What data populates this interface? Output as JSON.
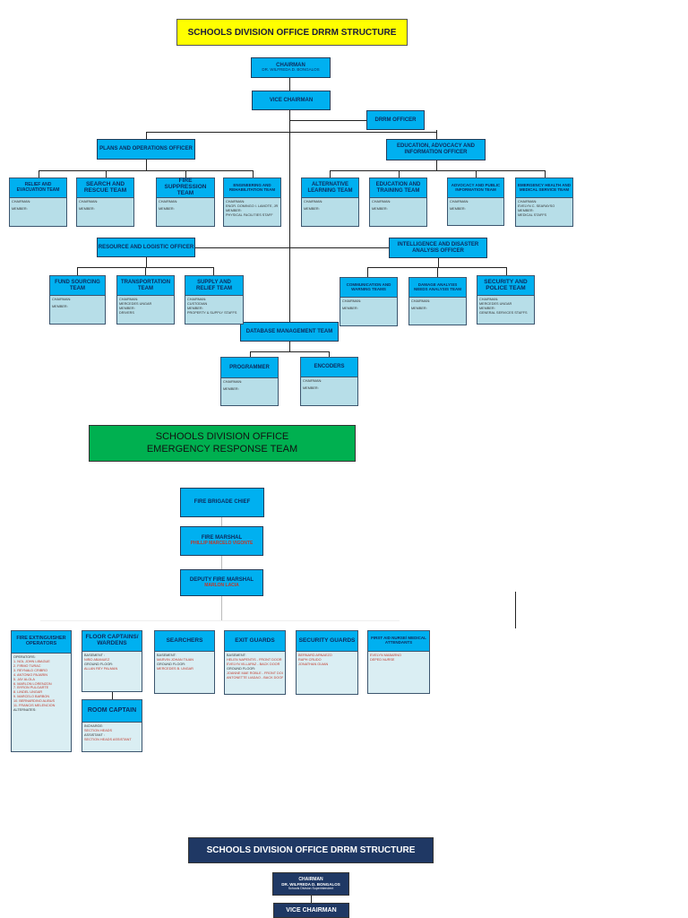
{
  "chart1": {
    "title": "SCHOOLS DIVISION OFFICE DRRM STRUCTURE",
    "chairman": {
      "role": "CHAIRMAN",
      "name": "DR. WILFREDA D. BONGALOS"
    },
    "vice_chairman": "VICE CHAIRMAN",
    "drrm_officer": "DRRM OFFICER",
    "plans_ops": "PLANS AND OPERATIONS OFFICER",
    "education": "EDUCATION, ADVOCACY AND INFORMATION OFFICER",
    "resource": "RESOURCE AND LOGISTIC OFFICER",
    "intelligence": "INTELLIGENCE AND DISASTER ANALYSIS OFFICER",
    "database": "DATABASE MANAGEMENT TEAM",
    "teams": [
      {
        "title": "RELIEF AND EVACUATION TEAM",
        "lines": [
          "CHAIRMAN:",
          "MEMBER:"
        ]
      },
      {
        "title": "SEARCH AND RESCUE TEAM",
        "lines": [
          "CHAIRMAN:",
          "MEMBER:"
        ]
      },
      {
        "title": "FIRE SUPPRESSION TEAM",
        "lines": [
          "CHAIRMAN:",
          "MEMBER:"
        ]
      },
      {
        "title": "ENGINEERING AND REHABILITATION TEAM",
        "lines": [
          "CHAIRMAN:",
          "ENGR. DOMINGO I. LAMOTE, JR",
          "MEMBER:",
          "PHYSICAL FACILITIES STAFF"
        ]
      },
      {
        "title": "ALTERNATIVE LEARNING TEAM",
        "lines": [
          "CHAIRMAN:",
          "MEMBER:"
        ]
      },
      {
        "title": "EDUCATION AND TRAINING TEAM",
        "lines": [
          "CHAIRMAN:",
          "MEMBER:"
        ]
      },
      {
        "title": "ADVOCACY AND PUBLIC INFORMATION TEAM",
        "lines": [
          "CHAIRMAN:",
          "MEMBER:"
        ]
      },
      {
        "title": "EMERGENCY HEALTH AND MEDICAL SERVICE TEAM",
        "lines": [
          "CHAIRMAN:",
          "EVELYN C. SEARAYSO",
          "MEMBER:",
          "MEDICAL STAFFS"
        ]
      },
      {
        "title": "FUND SOURCING TEAM",
        "lines": [
          "CHAIRMAN:",
          "MEMBER:"
        ]
      },
      {
        "title": "TRANSPORTATION TEAM",
        "lines": [
          "CHAIRMAN:",
          "MERCEDES UNGAR",
          "MEMBER:",
          "DRIVERS"
        ]
      },
      {
        "title": "SUPPLY AND RELIEF TEAM",
        "lines": [
          "CHAIRMAN:",
          "CUSTODIAN",
          "MEMBER:",
          "PROPERTY & SUPPLY STAFFS"
        ]
      },
      {
        "title": "COMMUNICATION AND WARNING TEAMS",
        "lines": [
          "CHAIRMAN:",
          "MEMBER:"
        ]
      },
      {
        "title": "DAMAGE ANALYSIS NEEDS ANALYSIS TEAM",
        "lines": [
          "CHAIRMAN:",
          "MEMBER:"
        ]
      },
      {
        "title": "SECURITY AND POLICE TEAM",
        "lines": [
          "CHAIRMAN:",
          "MERCEDES UNGAR",
          "MEMBER:",
          "GENERAL SERVICES STAFFS"
        ]
      },
      {
        "title": "PROGRAMMER",
        "lines": [
          "CHAIRMAN:",
          "MEMBER:"
        ]
      },
      {
        "title": "ENCODERS",
        "lines": [
          "CHAIRMAN:",
          "MEMBER:"
        ]
      }
    ]
  },
  "chart2": {
    "title_line1": "SCHOOLS DIVISION OFFICE",
    "title_line2": "EMERGENCY RESPONSE TEAM",
    "chief": "FIRE BRIGADE CHIEF",
    "marshal": {
      "role": "FIRE MARSHAL",
      "name": "PHILLIP MARCELO VIGONTE"
    },
    "deputy": {
      "role": "DEPUTY FIRE MARSHAL",
      "name": "MARLON LACIA"
    },
    "teams": [
      {
        "title": "FIRE EXTINGUISHER OPERATORS",
        "lines": [
          [
            "OPERATORS:",
            0
          ],
          [
            "1. NOL JOHN LIBAGUE",
            1
          ],
          [
            "2. FIRMO TURAC",
            1
          ],
          [
            "3. REYNALD CRIBRO",
            1
          ],
          [
            "4. ANTONIO PAJARIN",
            1
          ],
          [
            "5. JAY ALOLA",
            1
          ],
          [
            "6. MARLON LORENZON",
            1
          ],
          [
            "7. BYRON PULGARTE",
            1
          ],
          [
            "8. LINDEL UNGAR",
            1
          ],
          [
            "9. MARCELO BARBON",
            1
          ],
          [
            "10. BERNARDINO ALIBUS",
            1
          ],
          [
            "11. FRANCIS MELENCION",
            1
          ],
          [
            "ALTERNATES:",
            0
          ]
        ]
      },
      {
        "title": "FLOOR CAPTAINS/ WARDENS",
        "lines": [
          [
            "BASEMENT :",
            0
          ],
          [
            "NIÑO ABANUEZ",
            1
          ],
          [
            "GROUND FLOOR:",
            0
          ],
          [
            "ALLAN REY PALMAN",
            1
          ]
        ]
      },
      {
        "title": "SEARCHERS",
        "lines": [
          [
            "BASEMENT:",
            0
          ],
          [
            "MARVIN JOHAN TIUAN",
            1
          ],
          [
            "GROUND FLOOR:",
            0
          ],
          [
            "MERCEDES B. UNGAR",
            1
          ]
        ]
      },
      {
        "title": "EXIT GUARDS",
        "lines": [
          [
            "BASEMENT:",
            0
          ],
          [
            "HELEN NAPENTIS - FRONT DOOR",
            1
          ],
          [
            "EVELYN VILLAPAZ - BACK DOOR",
            1
          ],
          [
            "GROUND FLOOR:",
            0
          ],
          [
            "JOANNE MAE ROBLE - FRONT DOOR",
            1
          ],
          [
            "ANTONETTE LIADAO - BACK DOOR",
            1
          ]
        ]
      },
      {
        "title": "SECURITY GUARDS",
        "lines": [
          [
            "BERNARD ARNAEZO",
            1
          ],
          [
            "RAPH CRUDO",
            1
          ],
          [
            "JONATHAN GUIAN",
            1
          ]
        ]
      },
      {
        "title": "FIRST AID NURSE/ MEDICAL ATTENDANTS",
        "lines": [
          [
            "EVELYN MABARNO",
            1
          ],
          [
            "DEPED NURSE",
            1
          ]
        ]
      },
      {
        "title": "ROOM CAPTAIN",
        "lines": [
          [
            "INCHARGE:",
            0
          ],
          [
            "SECTION HEADS",
            1
          ],
          [
            "ASSISTANT :",
            0
          ],
          [
            "SECTION HEADS ASSISTANT",
            1
          ]
        ]
      }
    ]
  },
  "chart3": {
    "title": "SCHOOLS DIVISION OFFICE DRRM STRUCTURE",
    "chairman": {
      "role": "CHAIRMAN",
      "name": "DR. WILFREDA D. BONGALOS",
      "position": "Schools Division Superintendent"
    },
    "vice_chairman": "VICE CHAIRMAN"
  },
  "colors": {
    "yellow": "#ffff00",
    "blue": "#00b0f0",
    "light_blue": "#b7dee8",
    "green": "#00b050",
    "navy": "#1f3864",
    "red_names": "#c0392b"
  }
}
